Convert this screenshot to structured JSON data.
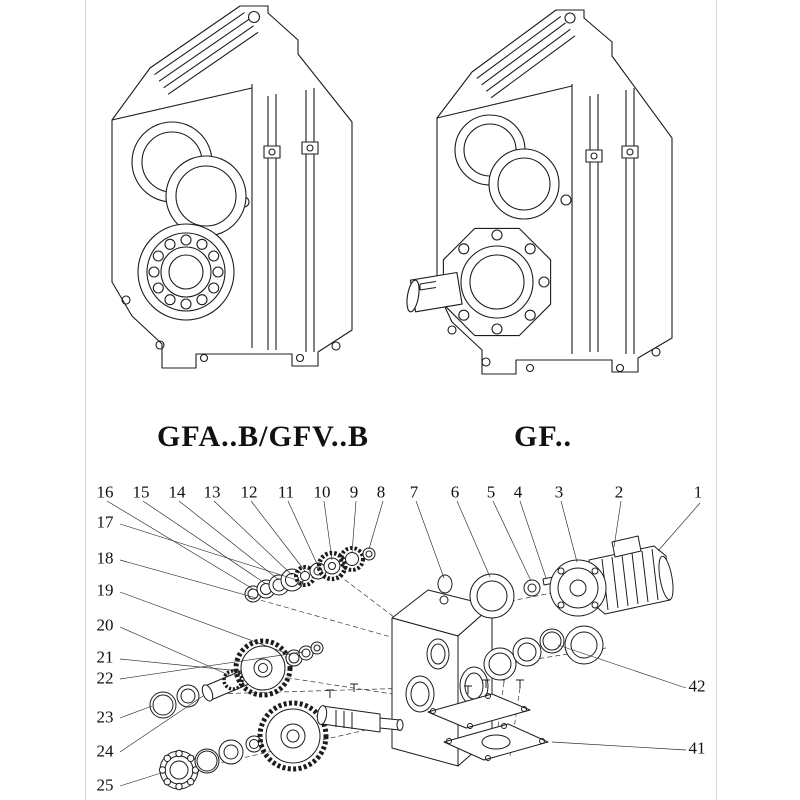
{
  "labels": {
    "left_model": "GFA..B/GFV..B",
    "right_model": "GF.."
  },
  "callouts": {
    "top": [
      "16",
      "15",
      "14",
      "13",
      "12",
      "11",
      "10",
      "9",
      "8",
      "7",
      "6",
      "5",
      "4",
      "3",
      "2",
      "1"
    ],
    "left": [
      "17",
      "18",
      "19",
      "20",
      "21",
      "22",
      "23",
      "24",
      "25"
    ],
    "right": [
      "42",
      "41"
    ]
  },
  "colors": {
    "ink": "#1c1c1c",
    "page_border": "#d6d6d6"
  }
}
